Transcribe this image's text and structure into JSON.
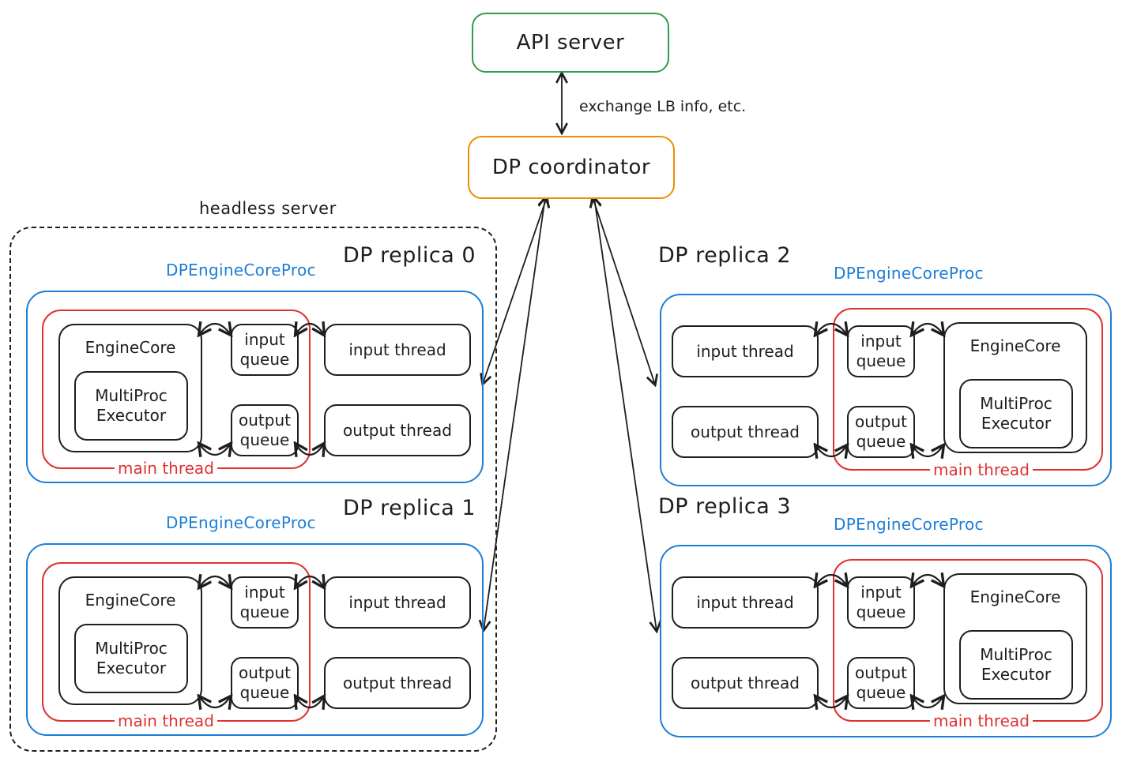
{
  "api_server": {
    "label": "API server"
  },
  "coordinator": {
    "label": "DP coordinator"
  },
  "link_label": "exchange LB info, etc.",
  "headless_server_label": "headless server",
  "colors": {
    "api_border": "#2f9e44",
    "coordinator_border": "#f08c00",
    "proc_border": "#1c7ed6",
    "main_thread": "#e03131",
    "ink": "#1e1e1e"
  },
  "edges": [
    {
      "from": "API server",
      "to": "DP coordinator",
      "bidirectional": true,
      "label": "exchange LB info, etc."
    },
    {
      "from": "DP coordinator",
      "to": "DP replica 0",
      "bidirectional": true
    },
    {
      "from": "DP coordinator",
      "to": "DP replica 1",
      "bidirectional": true
    },
    {
      "from": "DP coordinator",
      "to": "DP replica 2",
      "bidirectional": true
    },
    {
      "from": "DP coordinator",
      "to": "DP replica 3",
      "bidirectional": true
    }
  ],
  "replicas": [
    {
      "title": "DP replica 0",
      "proc_label": "DPEngineCoreProc",
      "engine_core": "EngineCore",
      "executor": "MultiProc\nExecutor",
      "input_queue": "input\nqueue",
      "output_queue": "output\nqueue",
      "input_thread": "input thread",
      "output_thread": "output thread",
      "main_thread": "main thread"
    },
    {
      "title": "DP replica 1",
      "proc_label": "DPEngineCoreProc",
      "engine_core": "EngineCore",
      "executor": "MultiProc\nExecutor",
      "input_queue": "input\nqueue",
      "output_queue": "output\nqueue",
      "input_thread": "input thread",
      "output_thread": "output thread",
      "main_thread": "main thread"
    },
    {
      "title": "DP replica 2",
      "proc_label": "DPEngineCoreProc",
      "engine_core": "EngineCore",
      "executor": "MultiProc\nExecutor",
      "input_queue": "input\nqueue",
      "output_queue": "output\nqueue",
      "input_thread": "input thread",
      "output_thread": "output thread",
      "main_thread": "main thread"
    },
    {
      "title": "DP replica 3",
      "proc_label": "DPEngineCoreProc",
      "engine_core": "EngineCore",
      "executor": "MultiProc\nExecutor",
      "input_queue": "input\nqueue",
      "output_queue": "output\nqueue",
      "input_thread": "input thread",
      "output_thread": "output thread",
      "main_thread": "main thread"
    }
  ]
}
